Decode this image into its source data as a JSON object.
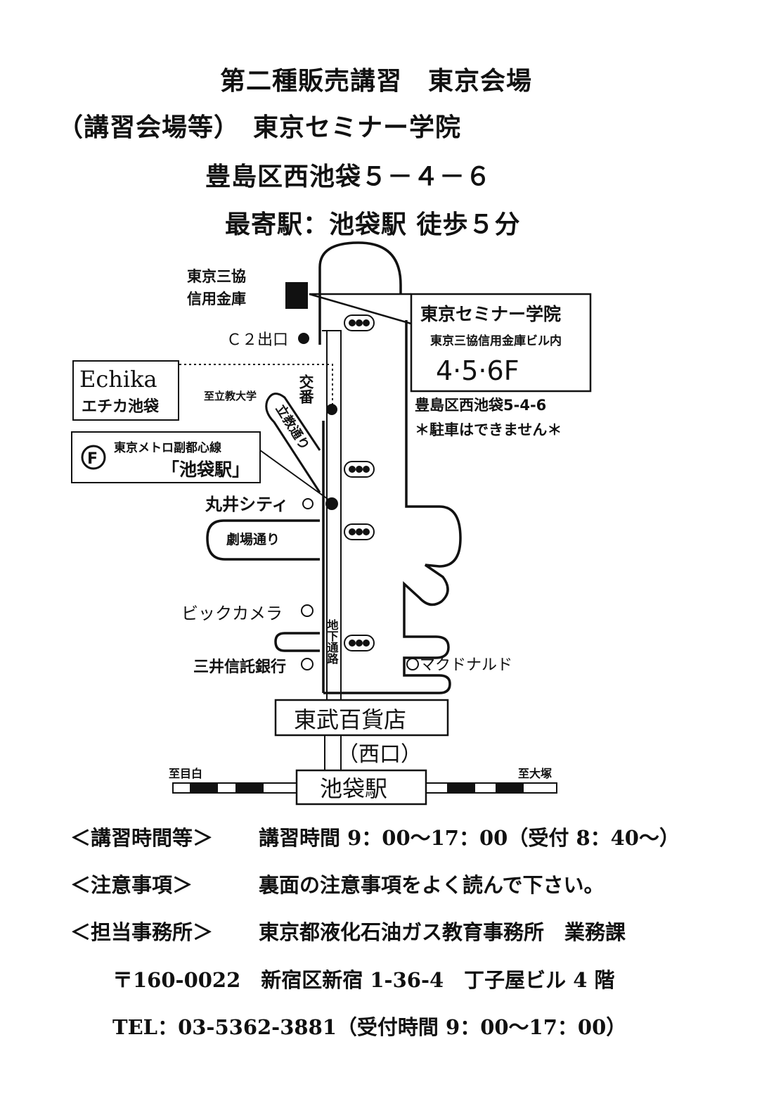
{
  "header": {
    "title": "第二種販売講習　東京会場",
    "venue_line": "（講習会場等）　東京セミナー学院",
    "address_line": "豊島区西池袋５－４－６",
    "station_line": "最寄駅：池袋駅 徒歩５分"
  },
  "map": {
    "bank": "東京三協\n信用金庫",
    "bank_line1": "東京三協",
    "bank_line2": "信用金庫",
    "seminar_box": {
      "name": "東京セミナー学院",
      "building": "東京三協信用金庫ビル内",
      "floors": "4·5·6F"
    },
    "address": "豊島区西池袋5-4-6",
    "parking": "＊駐車はできません＊",
    "exit_c2": "Ｃ２出口",
    "echika": {
      "name": "Echika",
      "sub": "エチカ池袋"
    },
    "to_rikkyo": "至立教大学",
    "rikkyo_street": "立教通り",
    "koban": "交番",
    "metro": {
      "badge": "F",
      "line": "東京メトロ副都心線",
      "station": "「池袋駅」"
    },
    "marui": "丸井シティ",
    "gekijo": "劇場通り",
    "bic": "ビックカメラ",
    "mitsui": "三井信託銀行",
    "mcd": "マクドナルド",
    "underground": "地下通路",
    "tobu": "東武百貨店",
    "west_exit": "（西口）",
    "station": "池袋駅",
    "to_mejiro": "至目白",
    "to_otsuka": "至大塚"
  },
  "footer": {
    "rows": [
      {
        "label": "＜講習時間等＞",
        "value": "講習時間 9：00～17：00（受付 8：40～）"
      },
      {
        "label": "＜注意事項＞",
        "value": "裏面の注意事項をよく読んで下さい。"
      },
      {
        "label": "＜担当事務所＞",
        "value": "東京都液化石油ガス教育事務所　業務課"
      }
    ],
    "postal": "〒160-0022　新宿区新宿 1-36-4　丁子屋ビル 4 階",
    "tel": "TEL：03-5362-3881（受付時間 9：00～17：00）"
  }
}
